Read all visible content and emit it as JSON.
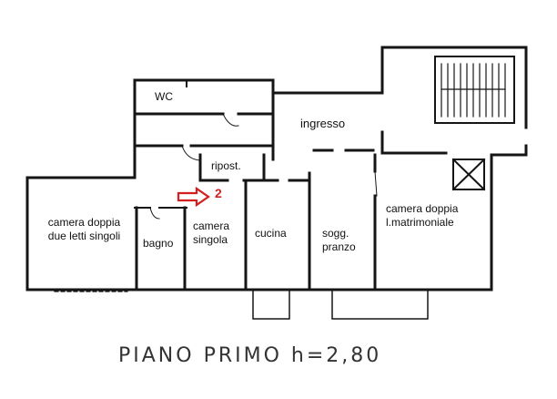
{
  "rooms": {
    "wc": "WC",
    "ingresso": "ingresso",
    "ripost": "ripost.",
    "camera_doppia_singoli": [
      "camera doppia",
      "due letti singoli"
    ],
    "bagno": "bagno",
    "camera_singola": [
      "camera",
      "singola"
    ],
    "cucina": "cucina",
    "sogg_pranzo": [
      "sogg.",
      "pranzo"
    ],
    "camera_matrimoniale": [
      "camera doppia",
      "l.matrimoniale"
    ]
  },
  "marker": {
    "number": "2",
    "color": "#d21f1f",
    "icon": "arrow-right-icon"
  },
  "footer": {
    "title": "PIANO PRIMO h=2,80"
  },
  "colors": {
    "wall": "#151515",
    "marker": "#d21f1f"
  }
}
